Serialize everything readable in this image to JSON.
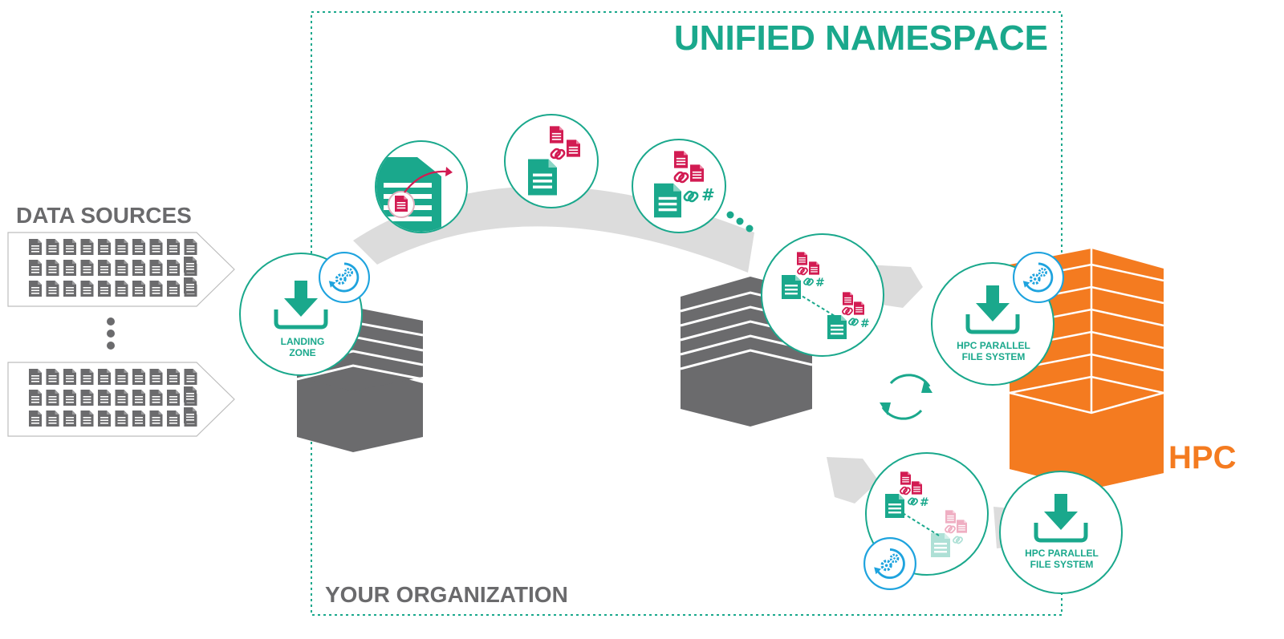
{
  "labels": {
    "data_sources": "DATA SOURCES",
    "unified_namespace": "UNIFIED NAMESPACE",
    "your_organization": "YOUR ORGANIZATION",
    "hpc": "HPC"
  },
  "nodes": {
    "landing_zone": {
      "line1": "LANDING",
      "line2": "ZONE"
    },
    "hpc_pfs_top": {
      "line1": "HPC PARALLEL",
      "line2": "FILE SYSTEM"
    },
    "hpc_pfs_bottom": {
      "line1": "HPC PARALLEL",
      "line2": "FILE SYSTEM"
    }
  },
  "icons": {
    "gear_badge": "gears-cycle-icon",
    "download": "download-tray-icon",
    "document": "document-icon",
    "link": "link-icon",
    "hash": "hash-icon",
    "sync": "sync-arrows-icon"
  },
  "colors": {
    "teal": "#1aa88c",
    "blue": "#1ea3de",
    "crimson": "#d21b52",
    "orange": "#f47b20",
    "gray_dark": "#6b6b6d",
    "gray_band": "#dcdcdc",
    "gray_text": "#6a6a6c"
  }
}
